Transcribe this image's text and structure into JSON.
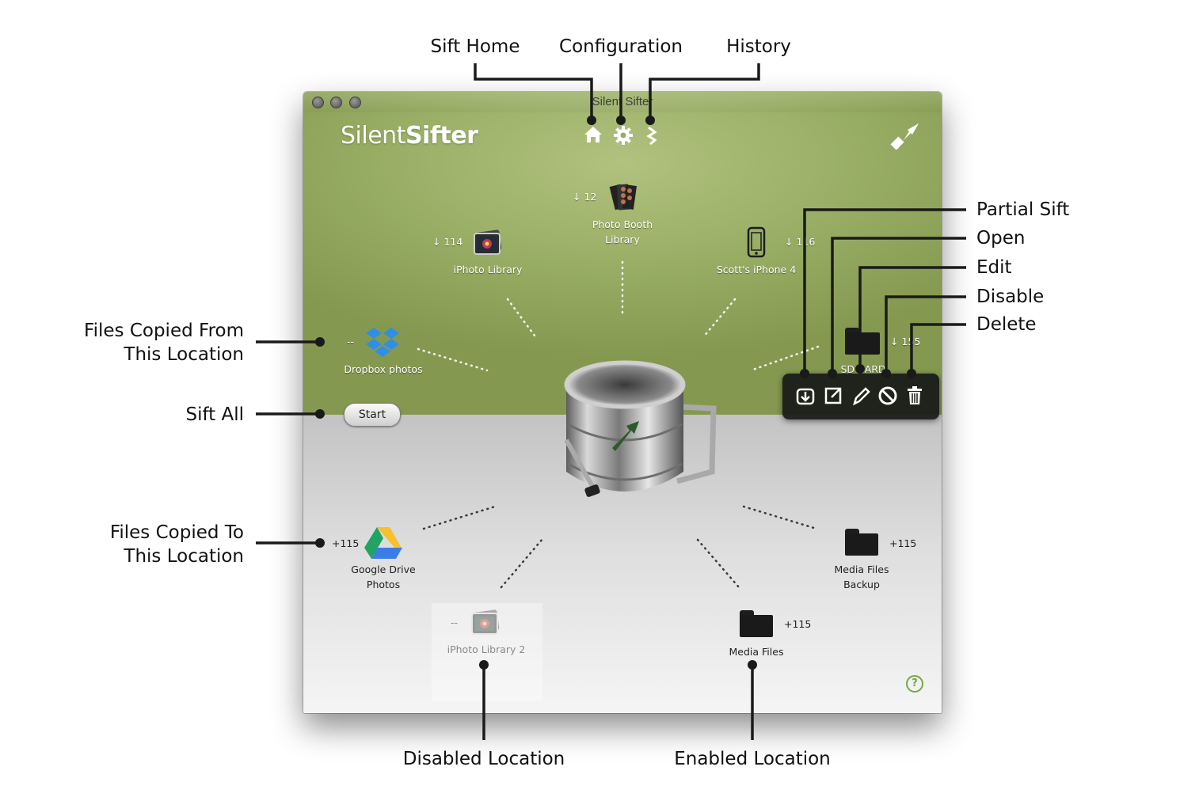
{
  "callouts": {
    "sift_home": "Sift Home",
    "configuration": "Configuration",
    "history": "History",
    "partial_sift": "Partial Sift",
    "open": "Open",
    "edit": "Edit",
    "disable": "Disable",
    "delete": "Delete",
    "files_copied_from_1": "Files Copied From",
    "files_copied_from_2": "This Location",
    "sift_all": "Sift All",
    "files_copied_to_1": "Files Copied To",
    "files_copied_to_2": "This Location",
    "disabled_location": "Disabled Location",
    "enabled_location": "Enabled Location"
  },
  "window": {
    "title": "Silent Sifter",
    "brand_light": "Silent",
    "brand_bold": "Sifter"
  },
  "toolbar": {
    "home_icon": "home-icon",
    "config_icon": "gear-icon",
    "history_icon": "history-icon",
    "logo_icon": "filesift-logo-icon"
  },
  "sources": [
    {
      "name_1": "Photo Booth",
      "name_2": "Library",
      "count": "↓ 12",
      "icon": "photo-booth-icon"
    },
    {
      "name_1": "iPhoto Library",
      "count": "↓ 114",
      "icon": "iphoto-icon"
    },
    {
      "name_1": "Scott's iPhone 4",
      "count": "↓ 116",
      "icon": "iphone-icon"
    },
    {
      "name_1": "Dropbox photos",
      "count": "--",
      "icon": "dropbox-icon"
    },
    {
      "name_1": "SD CARD",
      "count": "↓ 155",
      "icon": "folder-icon"
    }
  ],
  "start_button": "Start",
  "destinations": [
    {
      "name_1": "Google Drive",
      "name_2": "Photos",
      "count": "+115",
      "icon": "google-drive-icon",
      "enabled": true
    },
    {
      "name_1": "iPhoto Library 2",
      "count": "--",
      "icon": "iphoto-icon",
      "enabled": false
    },
    {
      "name_1": "Media Files",
      "count": "+115",
      "icon": "folder-icon",
      "enabled": true
    },
    {
      "name_1": "Media Files",
      "name_2": "Backup",
      "count": "+115",
      "icon": "folder-icon",
      "enabled": true
    }
  ],
  "popup_actions": [
    "partial-sift-icon",
    "open-icon",
    "edit-icon",
    "disable-icon",
    "delete-icon"
  ],
  "help": "?",
  "colors": {
    "green_pane": "#98ad64",
    "help_green": "#74a84a",
    "popup_bg": "#191919"
  }
}
